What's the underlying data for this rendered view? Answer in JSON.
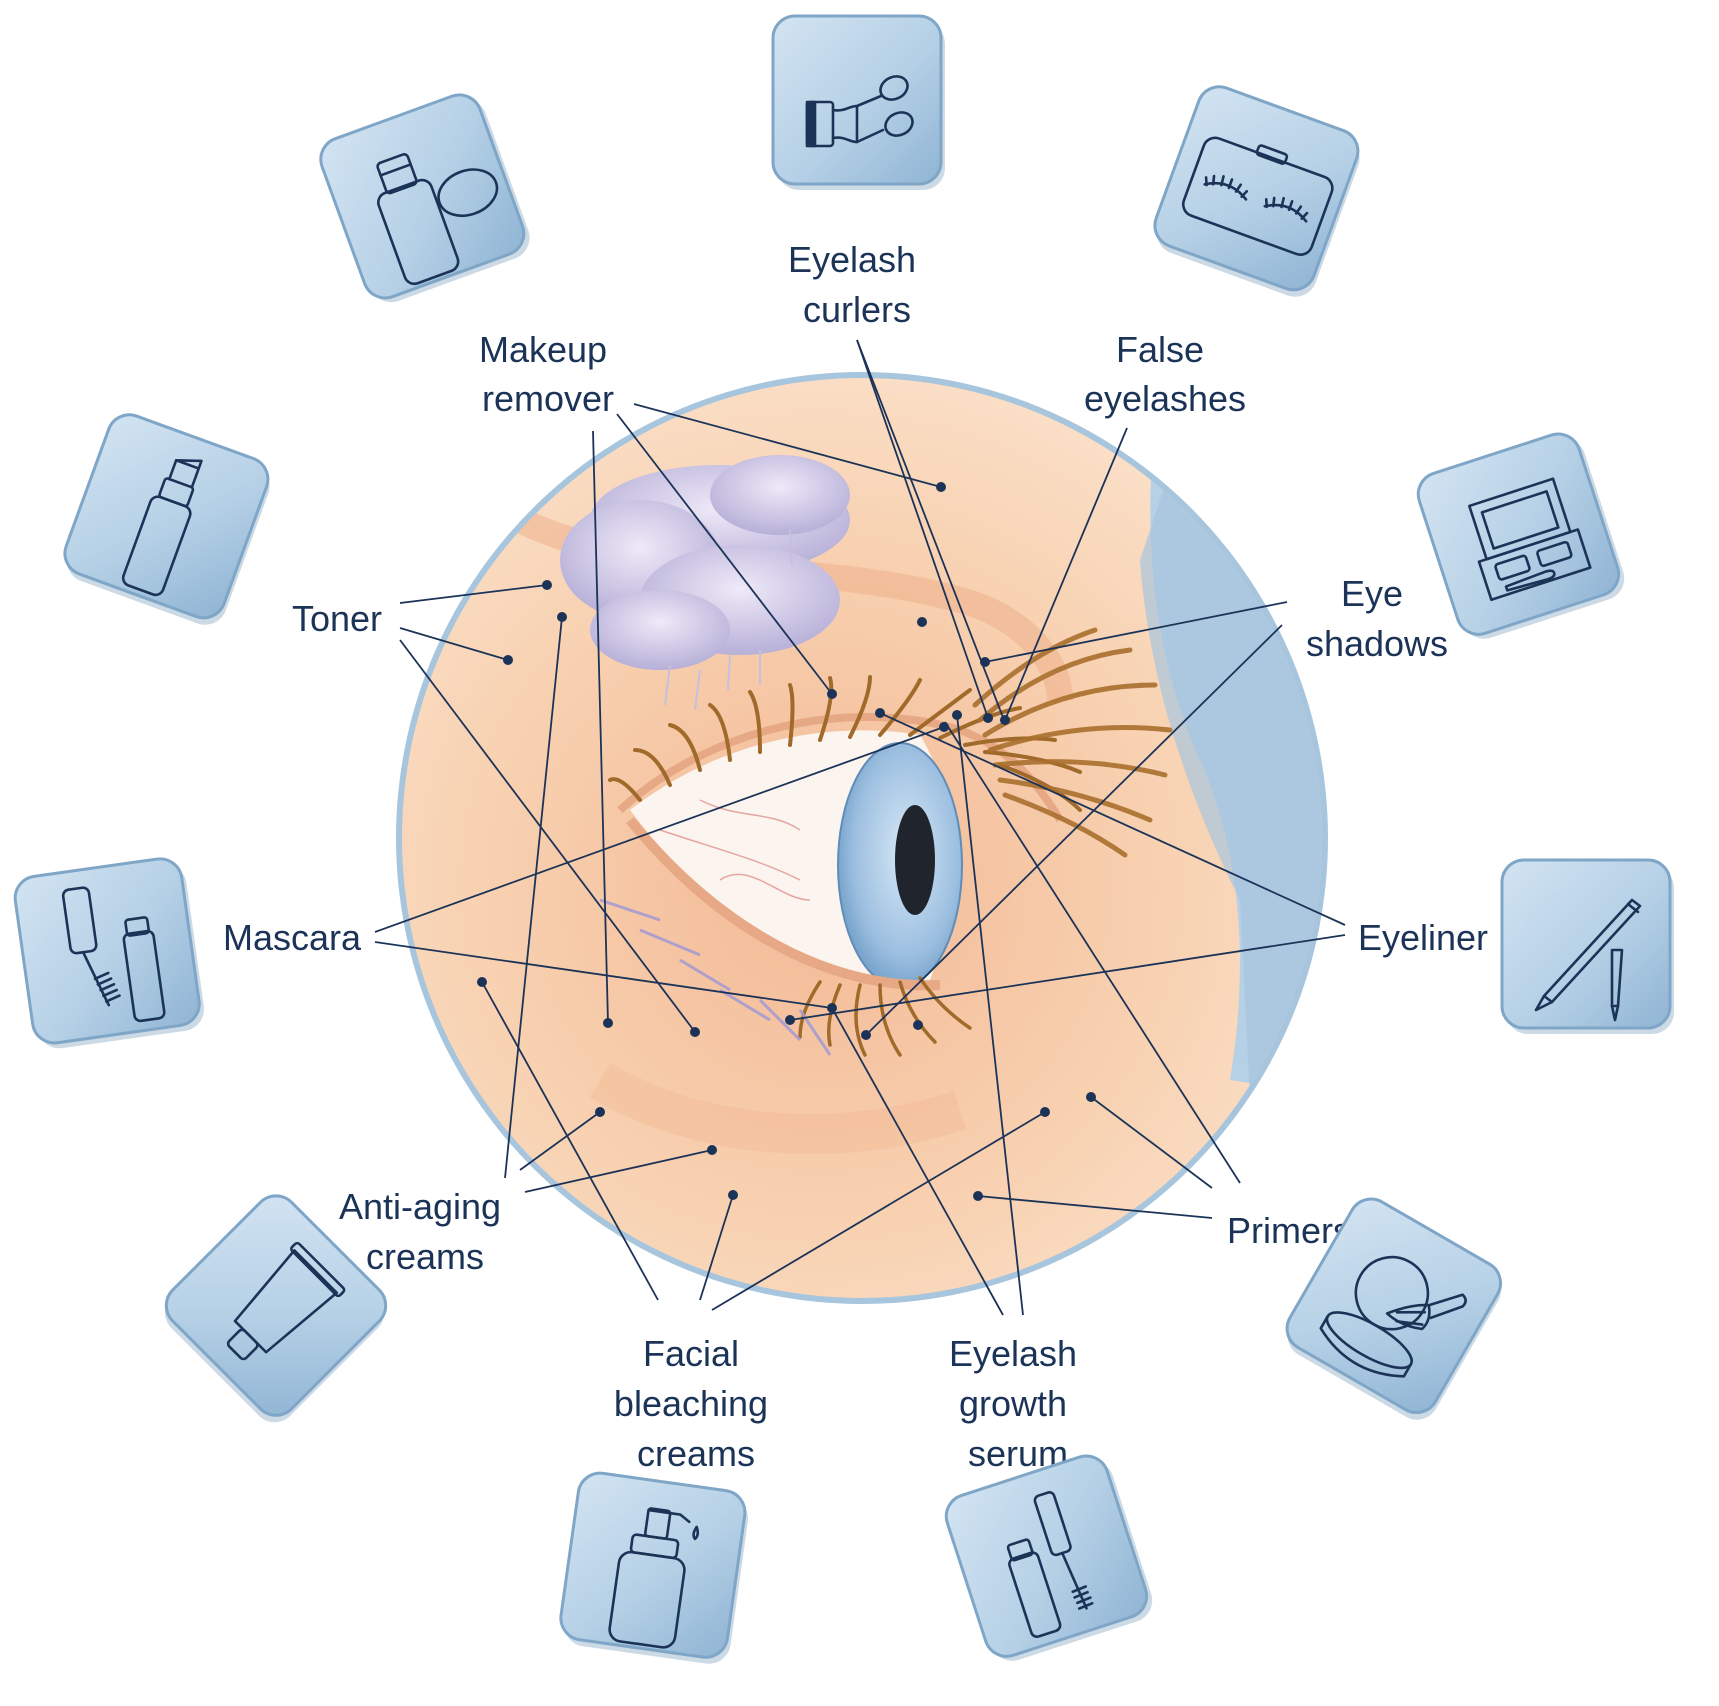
{
  "labels": {
    "eyelash_curlers": [
      "Eyelash",
      "curlers"
    ],
    "makeup_remover": [
      "Makeup",
      "remover"
    ],
    "false_eyelashes": [
      "False",
      "eyelashes"
    ],
    "toner": [
      "Toner"
    ],
    "eye_shadows": [
      "Eye",
      "shadows"
    ],
    "mascara": [
      "Mascara"
    ],
    "eyeliner": [
      "Eyeliner"
    ],
    "anti_aging_creams": [
      "Anti-aging",
      "creams"
    ],
    "primers": [
      "Primers"
    ],
    "facial_bleaching_creams": [
      "Facial",
      "bleaching",
      "creams"
    ],
    "eyelash_growth_serum": [
      "Eyelash",
      "growth",
      "serum"
    ]
  },
  "icons": [
    "eyelash-curler-icon",
    "false-eyelashes-case-icon",
    "eyeshadow-compact-icon",
    "eyeliner-pencils-icon",
    "powder-brush-compact-icon",
    "mascara-bottle-icon",
    "pump-bottle-icon",
    "cream-tube-icon",
    "mascara-wand-icon",
    "spray-bottle-icon",
    "makeup-remover-bottle-pad-icon"
  ],
  "colors": {
    "tile": "#b2cde3",
    "tile_border": "#7fa6c7",
    "ink": "#1c3358",
    "skin": "#f6c9a6",
    "disc_ring": "#a8c5de",
    "lash": "#a06a2a",
    "iris": "#9cbfe0"
  }
}
